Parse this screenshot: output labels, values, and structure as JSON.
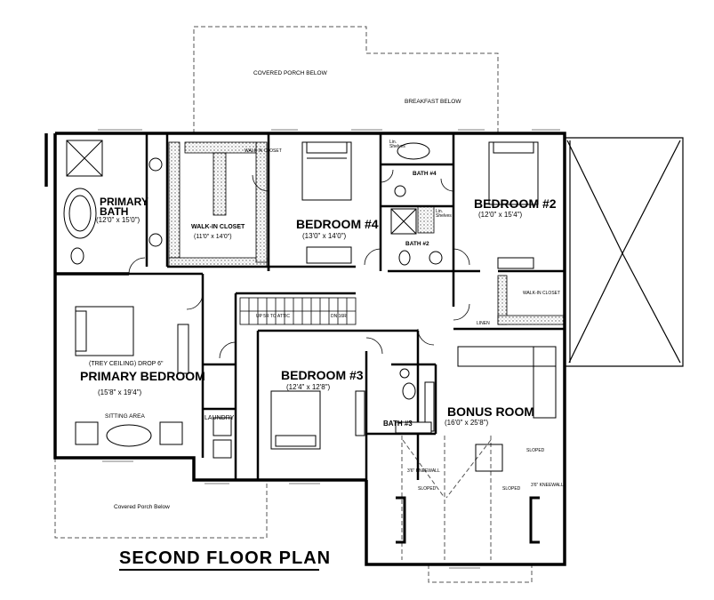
{
  "title": "SECOND FLOOR PLAN",
  "rooms": {
    "primary_bath": {
      "name": "PRIMARY BATH",
      "dims": "(12'0\" x 15'0\")"
    },
    "walk_in_closet": {
      "name": "WALK-IN CLOSET",
      "dims": "(11'0\" x 14'0\")"
    },
    "bedroom4": {
      "name": "BEDROOM #4",
      "dims": "(13'0\" x 14'0\")"
    },
    "bedroom2": {
      "name": "BEDROOM #2",
      "dims": "(12'0\" x 15'4\")"
    },
    "bath4": {
      "name": "BATH #4"
    },
    "bath2": {
      "name": "BATH #2"
    },
    "primary_bedroom": {
      "name": "PRIMARY BEDROOM",
      "dims": "(15'8\" x 19'4\")",
      "ceiling": "(TREY CEILING) DROP 6\"",
      "sitting": "SITTING AREA"
    },
    "bedroom3": {
      "name": "BEDROOM #3",
      "dims": "(12'4\" x 12'8\")"
    },
    "bonus_room": {
      "name": "BONUS ROOM",
      "dims": "(16'0\" x 25'8\")"
    },
    "bath3": {
      "name": "BATH #3"
    },
    "laundry": {
      "name": "LAUNDRY"
    }
  },
  "annotations": {
    "covered_porch_top": "COVERED PORCH BELOW",
    "breakfast_below": "BREAKFAST BELOW",
    "covered_porch_bottom": "Covered Porch Below",
    "up_stairs": "UP 5R TO ATTIC",
    "dn": "DN 16R",
    "walk_in_closet_small": "WALK-IN CLOSET",
    "walk_in_closet_top": "WALK IN CLOSET",
    "linen": "LINEN",
    "sloped1": "SLOPED",
    "sloped2": "SLOPED",
    "sloped3": "SLOPED",
    "kneewall1": "3'6\" KNEEWALL",
    "kneewall2": "3'6\" KNEEWALL",
    "shelves1": "Lin. Shelves",
    "shelves2": "Lin. Shelves"
  }
}
